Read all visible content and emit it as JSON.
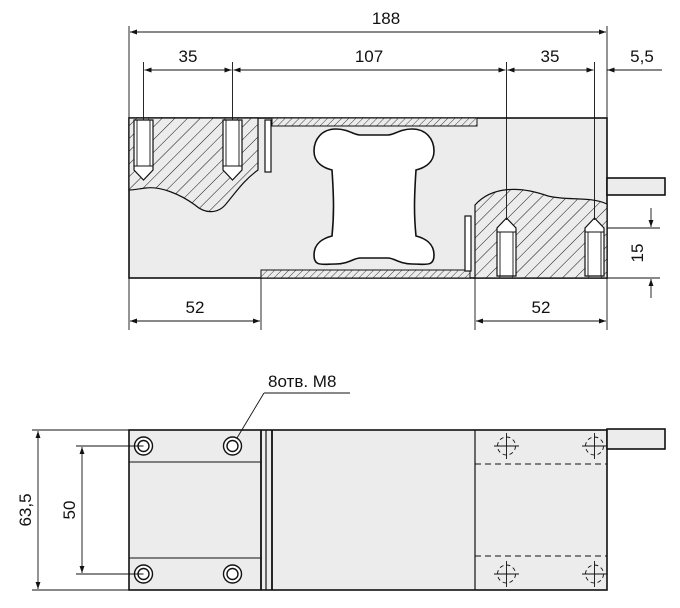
{
  "dimensions": {
    "overall_length": "188",
    "hole_spacing_left": "35",
    "center_span": "107",
    "hole_spacing_right": "35",
    "cable_offset": "5,5",
    "mount_block_left": "52",
    "mount_block_right": "52",
    "thread_depth": "15",
    "overall_width": "63,5",
    "hole_row_spacing": "50"
  },
  "annotations": {
    "holes_callout": "8отв. М8"
  },
  "colors": {
    "line": "#111111",
    "body_fill": "#ececec",
    "background": "#ffffff"
  }
}
